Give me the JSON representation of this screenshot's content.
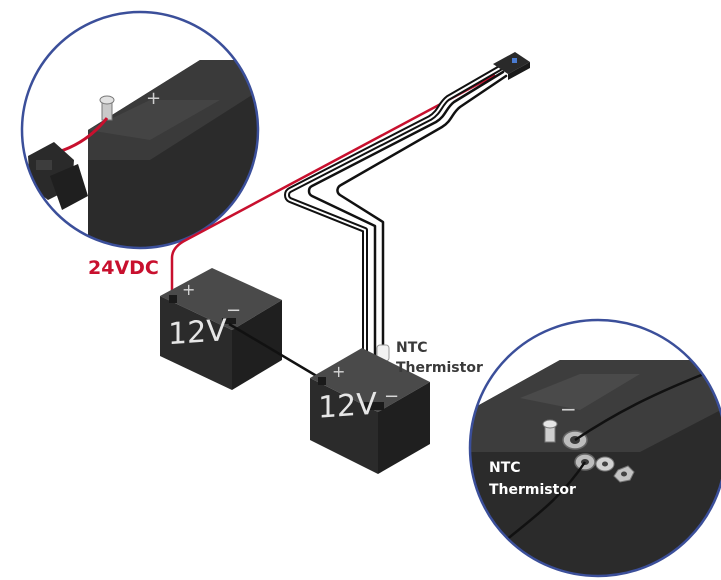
{
  "labels": {
    "voltage_output": "24VDC",
    "battery_left": "12V",
    "battery_right": "12V",
    "ntc_main_line1": "NTC",
    "ntc_main_line2": "Thermistor",
    "ntc_inset_line1": "NTC",
    "ntc_inset_line2": "Thermistor",
    "plus": "+",
    "minus": "−"
  },
  "colors": {
    "accent_red": "#c8102e",
    "inset_ring": "#3b4f9a",
    "battery_front": "#2b2b2b",
    "battery_top": "#3a3a3a",
    "wire_black": "#111111",
    "label_text": "#3a3a3a"
  }
}
